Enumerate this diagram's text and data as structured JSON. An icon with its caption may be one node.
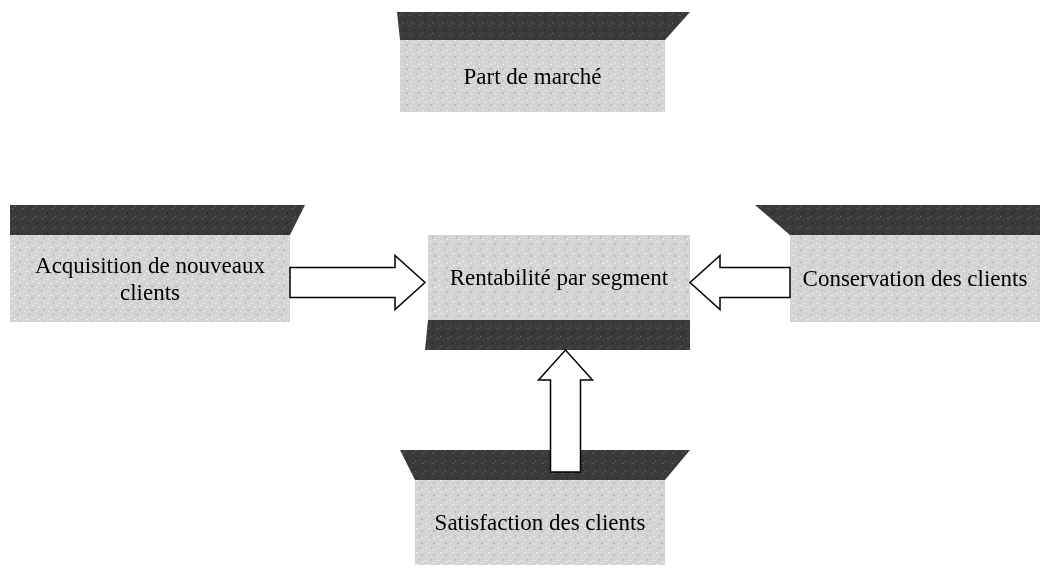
{
  "diagram": {
    "nodes": [
      {
        "text": [
          "Part de marché"
        ]
      },
      {
        "text": [
          "Acquisition de nouveaux clients"
        ]
      },
      {
        "text": [
          "Rentabilité par segment"
        ]
      },
      {
        "text": [
          "Conservation des clients"
        ]
      },
      {
        "text": [
          "Satisfaction des clients"
        ]
      }
    ],
    "edges": [
      {
        "from": 1,
        "to": 2,
        "arrow": "to"
      },
      {
        "from": 3,
        "to": 2,
        "arrow": "to"
      },
      {
        "from": 4,
        "to": 2,
        "arrow": "to"
      }
    ]
  }
}
